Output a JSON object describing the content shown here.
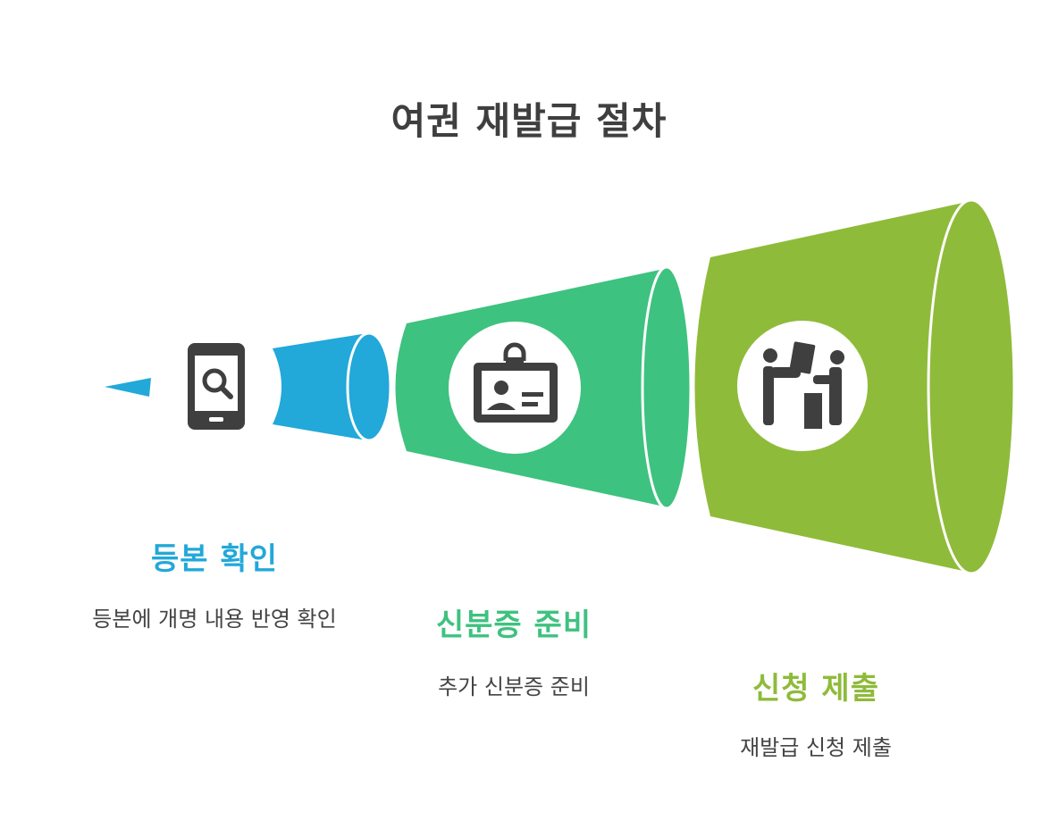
{
  "title": "여권 재발급 절차",
  "colors": {
    "step1": "#22a8d9",
    "step2": "#3ec27f",
    "step3": "#8fbb3a",
    "icon": "#3f3f3f",
    "title": "#3f3f3f",
    "text": "#444444"
  },
  "steps": [
    {
      "title": "등본 확인",
      "description": "등본에 개명 내용 반영 확인",
      "icon": "mobile-search-icon"
    },
    {
      "title": "신분증 준비",
      "description": "추가 신분증 준비",
      "icon": "id-badge-icon"
    },
    {
      "title": "신청 제출",
      "description": "재발급 신청 제출",
      "icon": "document-handover-icon"
    }
  ]
}
